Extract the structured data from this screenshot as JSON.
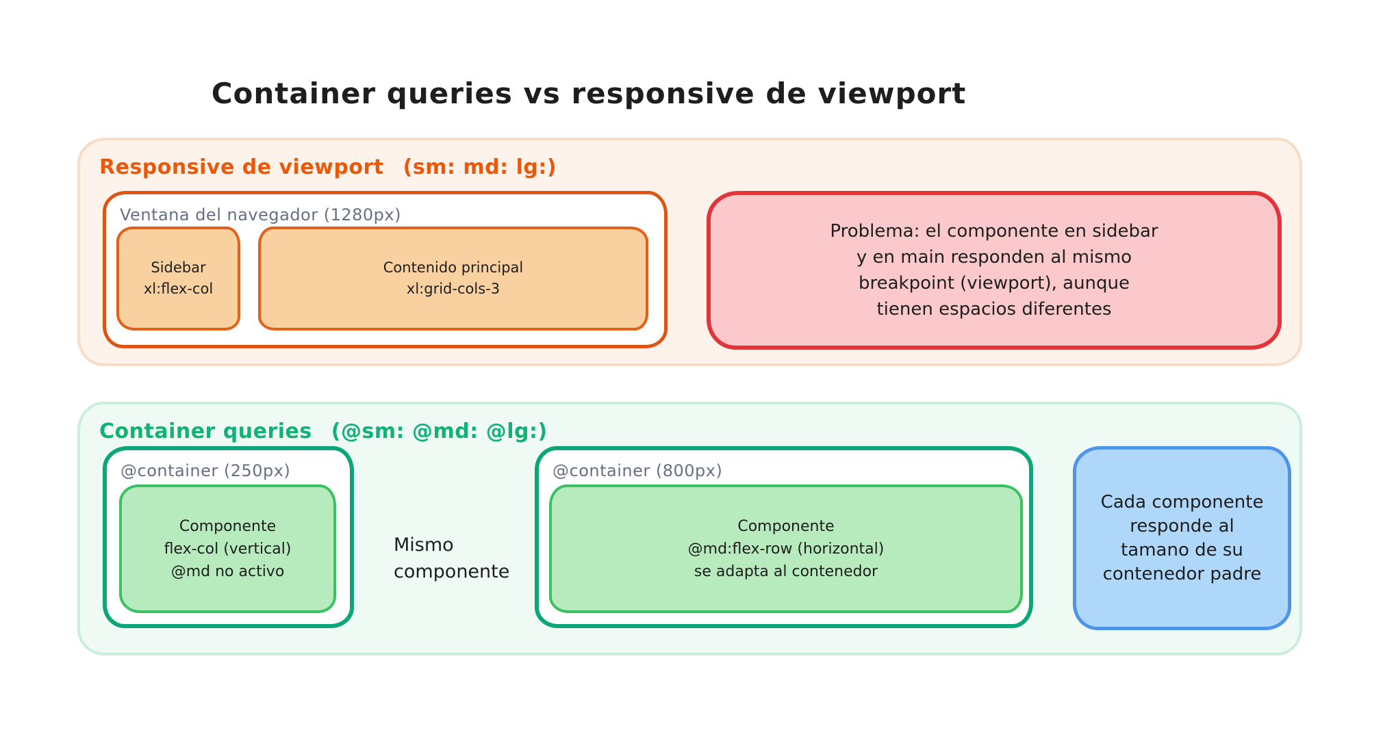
{
  "title": "Container queries vs responsive de viewport",
  "colors": {
    "viewport_panel_bg": "#fdf3ea",
    "viewport_panel_border": "#f7ddc8",
    "viewport_heading": "#e8590c",
    "browser_frame_border": "#dd5414",
    "component_orange_bg": "#f9d0a0",
    "component_orange_border": "#e2611a",
    "problem_bg": "#fbc9cc",
    "problem_border": "#e0353a",
    "container_panel_bg": "#eefaf3",
    "container_panel_border": "#cbeeda",
    "container_heading": "#12b277",
    "container_frame_border": "#0ca678",
    "component_green_bg": "#b7eabd",
    "component_green_border": "#3cc162",
    "note_blue_bg": "#aed7fa",
    "note_blue_border": "#4c95e8",
    "label_gray": "#667085",
    "ink": "#1e1e1e"
  },
  "viewport_section": {
    "heading": "Responsive de viewport",
    "heading_suffix": "(sm: md: lg:)",
    "browser_window": {
      "label": "Ventana del navegador (1280px)",
      "sidebar": {
        "line1": "Sidebar",
        "line2": "xl:flex-col"
      },
      "main_content": {
        "line1": "Contenido principal",
        "line2": "xl:grid-cols-3"
      }
    },
    "problem_note": {
      "line1": "Problema: el componente en sidebar",
      "line2": "y en main responden al mismo",
      "line3": "breakpoint (viewport), aunque",
      "line4": "tienen espacios diferentes"
    }
  },
  "container_section": {
    "heading": "Container queries",
    "heading_suffix": "(@sm: @md: @lg:)",
    "small_container": {
      "label": "@container (250px)",
      "component": {
        "line1": "Componente",
        "line2": "flex-col (vertical)",
        "line3": "@md no activo"
      }
    },
    "same_component_note": {
      "line1": "Mismo",
      "line2": "componente"
    },
    "large_container": {
      "label": "@container (800px)",
      "component": {
        "line1": "Componente",
        "line2": "@md:flex-row (horizontal)",
        "line3": "se adapta al contenedor"
      }
    },
    "conclusion_note": {
      "line1": "Cada componente",
      "line2": "responde al",
      "line3": "tamano de su",
      "line4": "contenedor padre"
    }
  }
}
